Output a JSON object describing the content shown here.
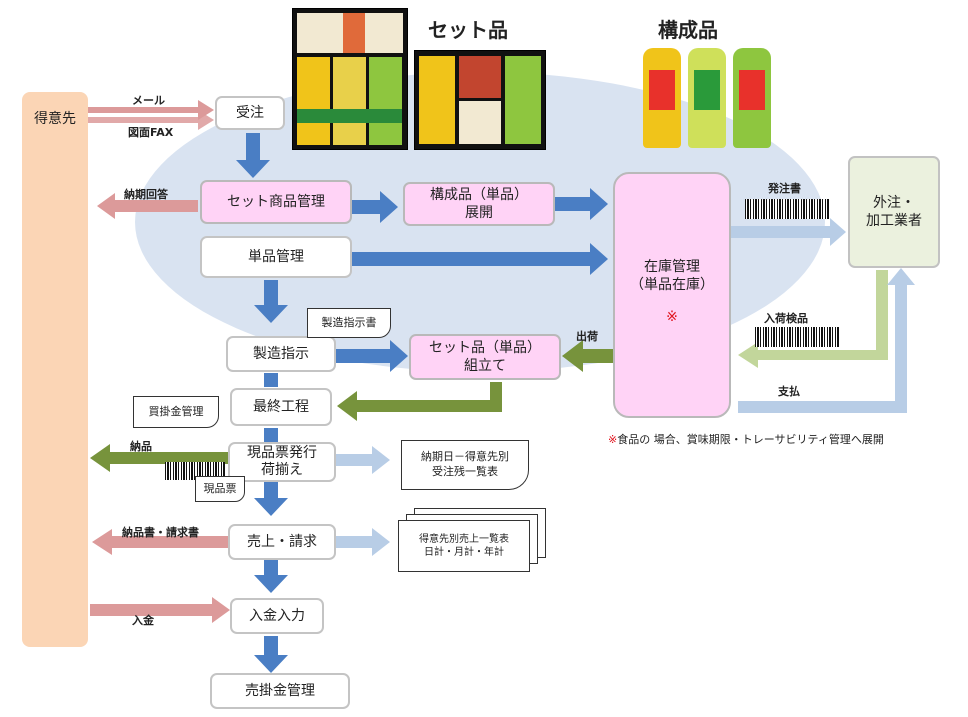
{
  "titles": {
    "set_item": "セット品",
    "component": "構成品"
  },
  "boxes": {
    "customer": "得意先",
    "order": "受注",
    "set_mgmt": "セット商品管理",
    "component_expand_1": "構成品（単品）",
    "component_expand_2": "展開",
    "single_mgmt": "単品管理",
    "inventory_1": "在庫管理",
    "inventory_2": "（単品在庫）",
    "inventory_mark": "※",
    "subcontractor_1": "外注・",
    "subcontractor_2": "加工業者",
    "manufacture": "製造指示",
    "assemble_1": "セット品（単品）",
    "assemble_2": "組立て",
    "final": "最終工程",
    "issue_1": "現品票発行",
    "issue_2": "荷揃え",
    "sales": "売上・請求",
    "payment": "入金入力",
    "receivable": "売掛金管理"
  },
  "docs": {
    "mfg_instruction": "製造指示書",
    "payable": "買掛金管理",
    "item_slip": "現品票",
    "delivery_list_1": "納期日－得意先別",
    "delivery_list_2": "受注残一覧表",
    "sales_list_1": "得意先別売上一覧表",
    "sales_list_2": "日計・月計・年計"
  },
  "labels": {
    "mail": "メール",
    "fax": "図面FAX",
    "due_reply": "納期回答",
    "delivery": "納品",
    "invoice": "納品書・請求書",
    "deposit": "入金",
    "order_sheet": "発注書",
    "shipping": "出荷",
    "receiving": "入荷検品",
    "pay": "支払"
  },
  "note": "※食品の 場合、賞味期限・トレーサビリティ管理へ展開",
  "colors": {
    "blue_arrow": "#4a7ec4",
    "light_blue_arrow": "#b8cde6",
    "pink_arrow": "#dc9a9a",
    "green_arrow": "#77933c",
    "light_green_arrow": "#c2d69b",
    "customer_fill": "#fbd5b5",
    "sub_fill": "#ebf1de",
    "pink_box": "#ffd3f6",
    "note_red": "#e0141e"
  }
}
